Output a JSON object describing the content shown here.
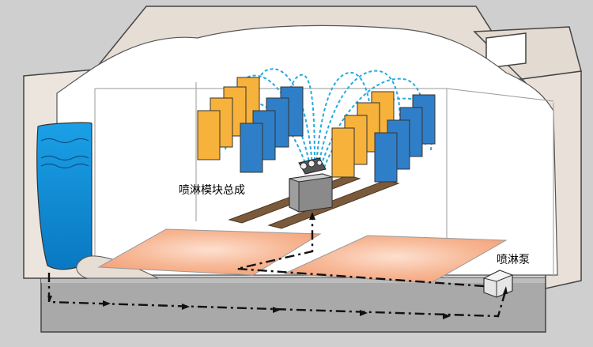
{
  "labels": {
    "spray_module_assembly": "喷淋模块总成",
    "spray_pump": "喷淋泵"
  },
  "colors": {
    "background": "#cfcfcf",
    "cabinet_shell": "#e6ddd4",
    "cabinet_outline": "#444444",
    "interior": "#ffffff",
    "base": "#a7a7a7",
    "water": "#0b8fd6",
    "heater_pad": "#f6b08c",
    "rail": "#7b5a3c",
    "sample_orange": "#f7b23b",
    "sample_blue": "#2f7fc8",
    "spray": "#26a9e0",
    "flow_line": "#111111"
  },
  "icons": [
    "water-tank",
    "heater-pad",
    "spray-nozzle",
    "pump-box",
    "flow-arrow"
  ]
}
